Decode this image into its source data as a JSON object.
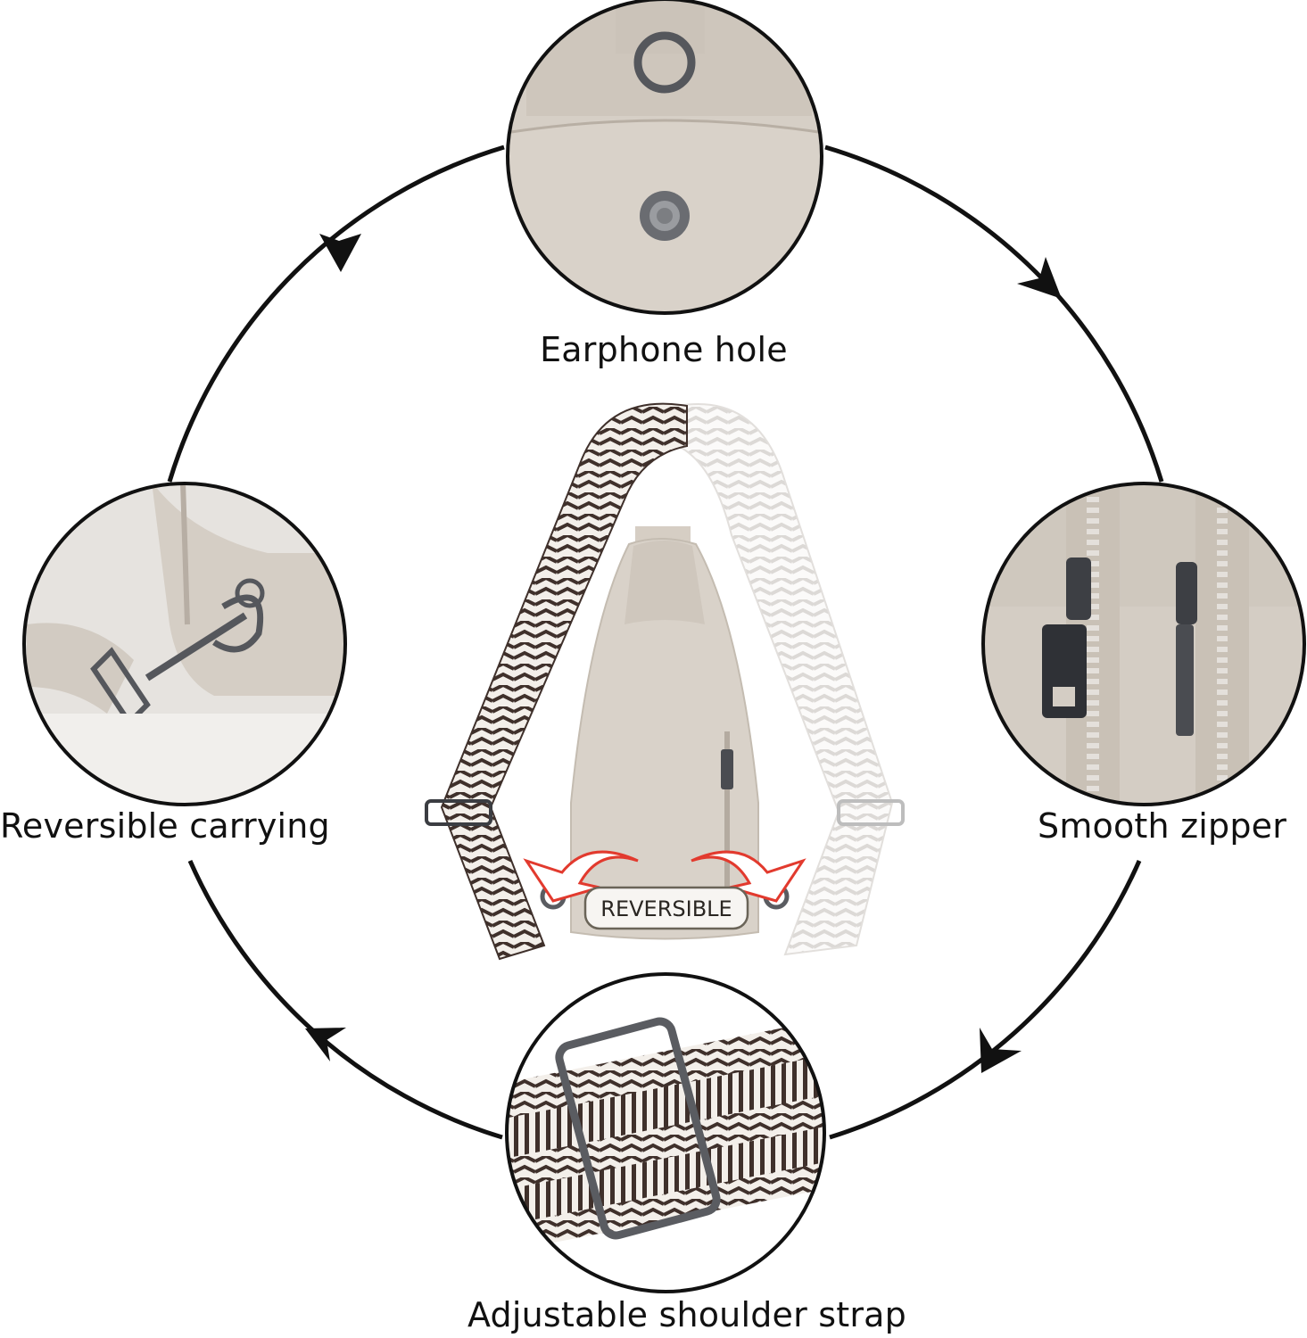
{
  "labels": {
    "top": "Earphone hole",
    "left": "Reversible carrying",
    "right": "Smooth zipper",
    "bottom": "Adjustable shoulder strap"
  },
  "badge": "REVERSIBLE",
  "colors": {
    "background": "#ffffff",
    "ring": "#111111",
    "leather": "#d9d2c9",
    "leather_dark": "#c7bfb4",
    "strap_dark": "#4a3a34",
    "strap_light": "#f4f1ee",
    "metal": "#55575c",
    "arrow_red": "#e23a2e"
  }
}
